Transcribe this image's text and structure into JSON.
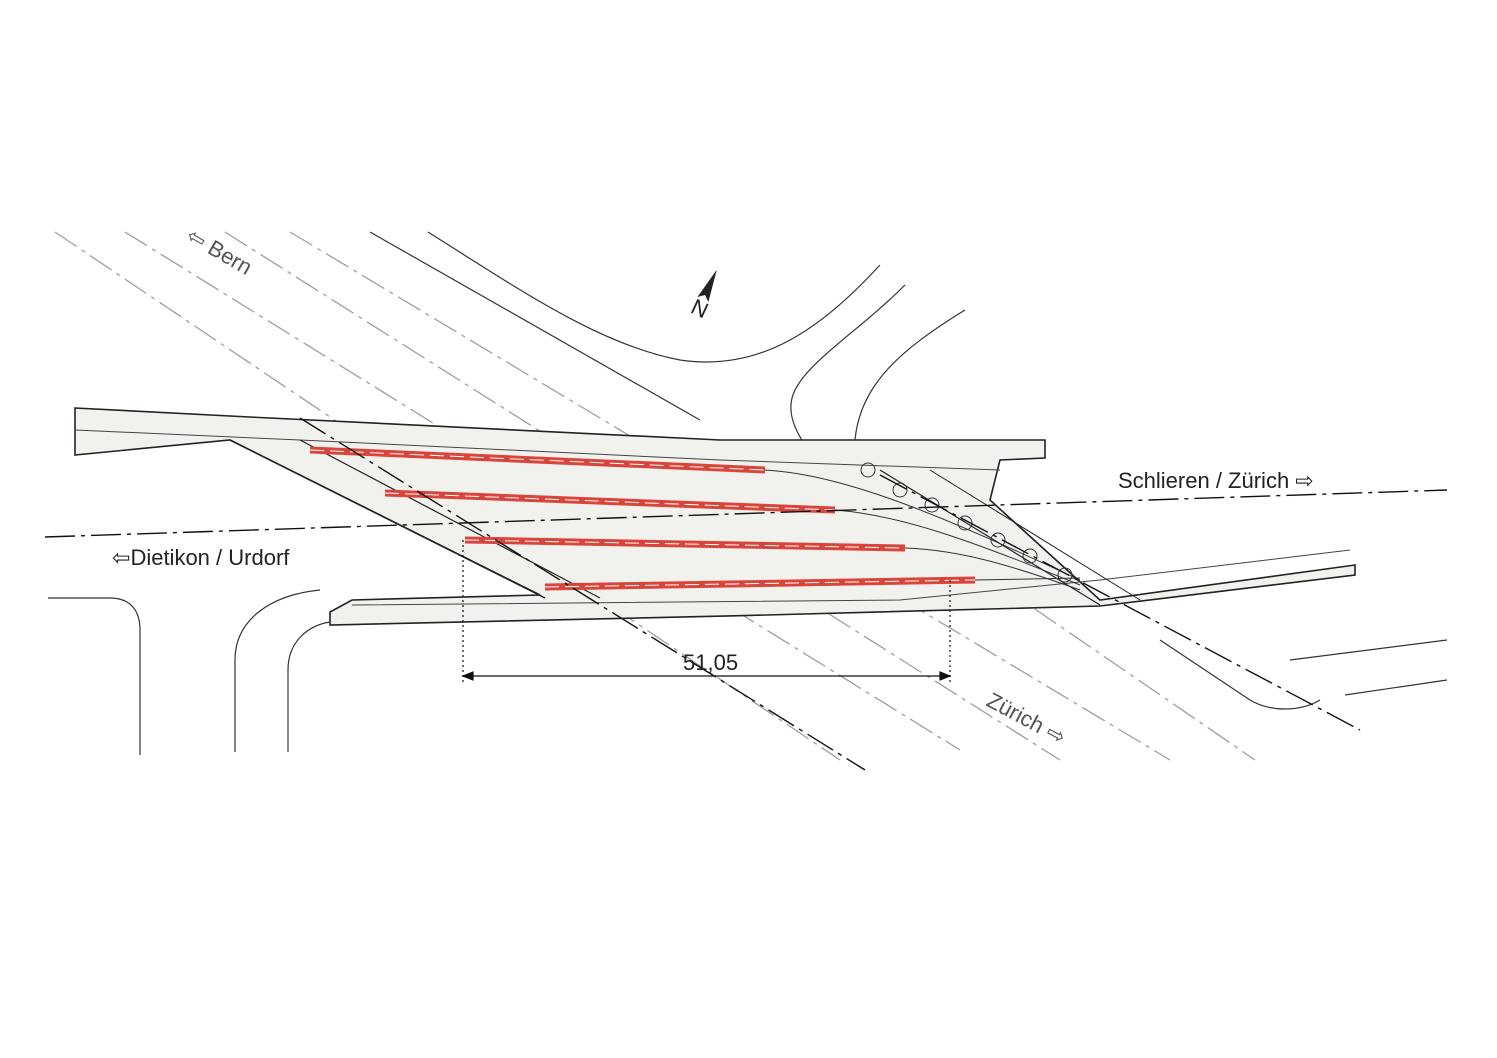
{
  "labels": {
    "bern": "Bern",
    "dietikon": "Dietikon / Urdorf",
    "schlieren": "Schlieren / Zürich",
    "zurich": "Zürich",
    "north": "N"
  },
  "dimension": {
    "value": "51,05"
  },
  "colors": {
    "platform": "#f1f1ed",
    "track_red": "#d9453a",
    "line": "#222222",
    "guide": "#9aa0a0"
  }
}
